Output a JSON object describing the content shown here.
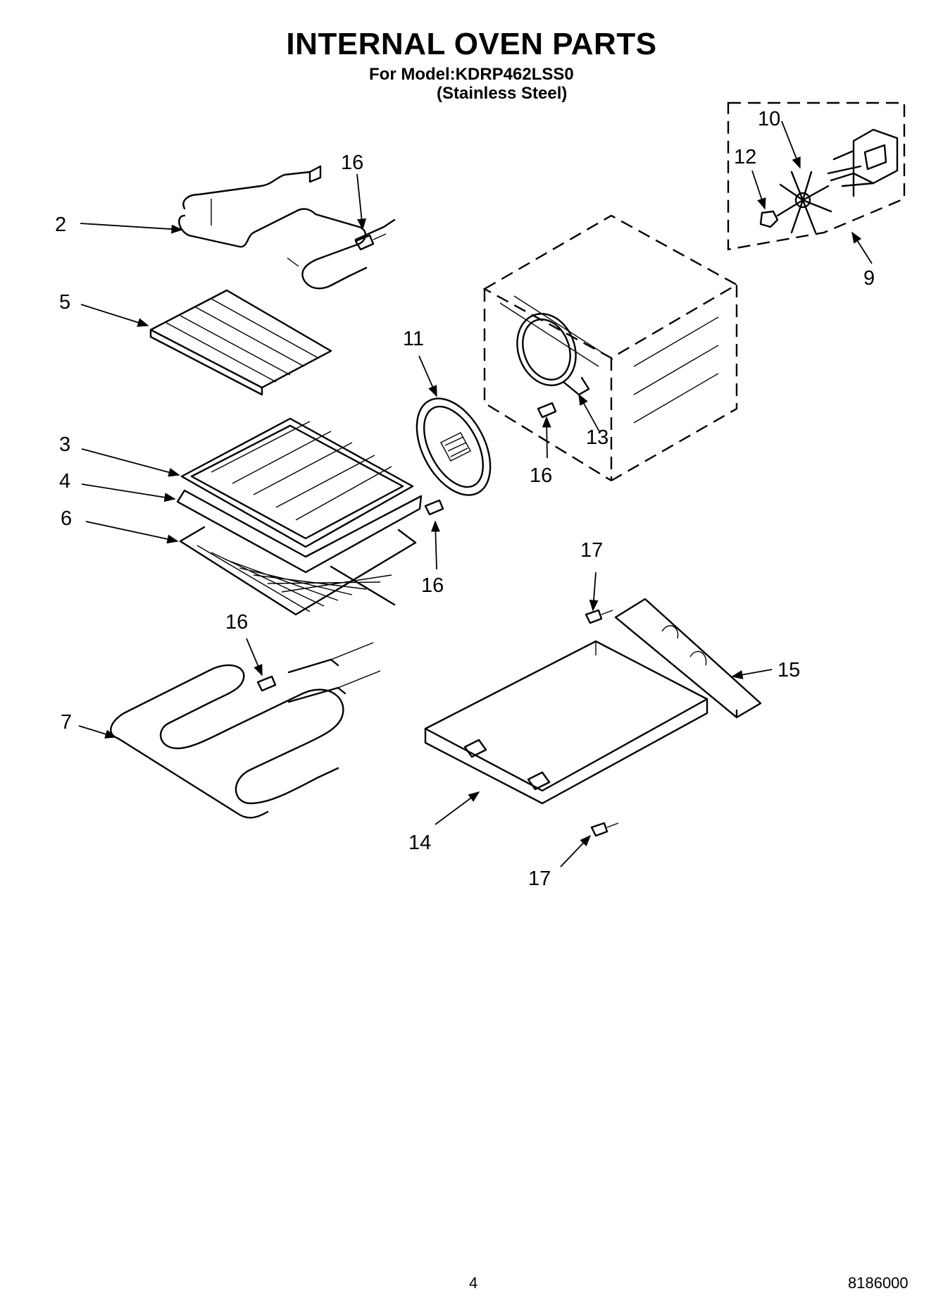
{
  "header": {
    "title": "INTERNAL OVEN PARTS",
    "model": "For Model:KDRP462LSS0",
    "variant": "(Stainless Steel)"
  },
  "footer": {
    "page_number": "4",
    "doc_number": "8186000"
  },
  "callouts": {
    "c2": "2",
    "c3": "3",
    "c4": "4",
    "c5": "5",
    "c6": "6",
    "c7": "7",
    "c9": "9",
    "c10": "10",
    "c11": "11",
    "c12": "12",
    "c13": "13",
    "c14": "14",
    "c15": "15",
    "c16a": "16",
    "c16b": "16",
    "c16c": "16",
    "c16d": "16",
    "c17a": "17",
    "c17b": "17"
  }
}
